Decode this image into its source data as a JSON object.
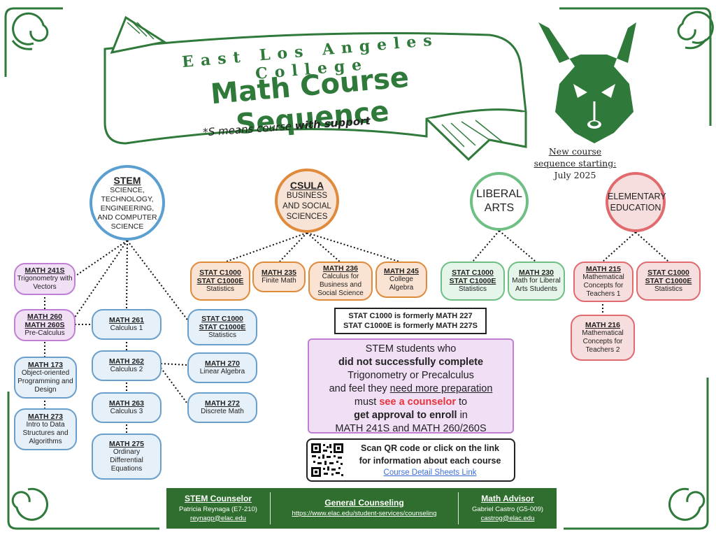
{
  "banner": {
    "college": "East Los Angeles College",
    "title": "Math Course Sequence",
    "support_prefix": "*S means course ",
    "support_bold": "with support"
  },
  "new_sequence": {
    "line1": "New course",
    "line2": "sequence starting:",
    "line3": "July 2025"
  },
  "tracks": {
    "stem": {
      "title": "STEM",
      "subtitle": "SCIENCE, TECHNOLOGY, ENGINEERING, AND COMPUTER SCIENCE"
    },
    "csula": {
      "title": "CSULA",
      "subtitle": "BUSINESS AND SOCIAL SCIENCES"
    },
    "liberal": {
      "title": "LIBERAL ARTS"
    },
    "elementary": {
      "title": "ELEMENTARY EDUCATION"
    }
  },
  "courses": {
    "m241s": {
      "code": "MATH 241S",
      "name": "Trigonometry with Vectors"
    },
    "m260": {
      "code1": "MATH 260",
      "code2": "MATH 260S",
      "name": "Pre-Calculus"
    },
    "m173": {
      "code": "MATH 173",
      "name": "Object-oriented Programming and Design"
    },
    "m273": {
      "code": "MATH 273",
      "name": "Intro to Data Structures and Algorithms"
    },
    "m261": {
      "code": "MATH 261",
      "name": "Calculus 1"
    },
    "m262": {
      "code": "MATH 262",
      "name": "Calculus 2"
    },
    "m263": {
      "code": "MATH 263",
      "name": "Calculus 3"
    },
    "m275": {
      "code": "MATH 275",
      "name": "Ordinary Differential Equations"
    },
    "stem_stat": {
      "code1": "STAT C1000",
      "code2": "STAT C1000E",
      "name": "Statistics"
    },
    "m270": {
      "code": "MATH 270",
      "name": "Linear Algebra"
    },
    "m272": {
      "code": "MATH 272",
      "name": "Discrete Math"
    },
    "csula_stat": {
      "code1": "STAT C1000",
      "code2": "STAT C1000E",
      "name": "Statistics"
    },
    "m235": {
      "code": "MATH 235",
      "name": "Finite Math"
    },
    "m236": {
      "code": "MATH 236",
      "name": "Calculus for Business and Social Science"
    },
    "m245": {
      "code": "MATH 245",
      "name": "College Algebra"
    },
    "lib_stat": {
      "code1": "STAT C1000",
      "code2": "STAT C1000E",
      "name": "Statistics"
    },
    "m230": {
      "code": "MATH 230",
      "name": "Math for Liberal Arts Students"
    },
    "m215": {
      "code": "MATH 215",
      "name": "Mathematical Concepts for Teachers 1"
    },
    "elem_stat": {
      "code1": "STAT C1000",
      "code2": "STAT C1000E",
      "name": "Statistics"
    },
    "m216": {
      "code": "MATH 216",
      "name": "Mathematical Concepts for Teachers 2"
    }
  },
  "formerly": {
    "line1": "STAT C1000 is formerly MATH 227",
    "line2": "STAT C1000E is formerly MATH 227S"
  },
  "stem_note": {
    "l1": "STEM students who",
    "l2": "did not successfully complete",
    "l3": "Trigonometry or Precalculus",
    "l4a": "and feel they ",
    "l4b": "need more preparation",
    "l5a": "must ",
    "l5b": "see a counselor",
    "l5c": " to",
    "l6a": "get approval to enroll",
    "l6b": " in",
    "l7": "MATH 241S and MATH 260/260S"
  },
  "qr": {
    "line1": "Scan QR code or click on the link",
    "line2": "for information about each course",
    "link": "Course Detail Sheets Link"
  },
  "footer": {
    "stem": {
      "heading": "STEM Counselor",
      "name": "Patricia Reynaga (E7-210)",
      "email": "reynagp@elac.edu"
    },
    "general": {
      "heading": "General Counseling",
      "url": "https://www.elac.edu/student-services/counseling"
    },
    "advisor": {
      "heading": "Math Advisor",
      "name": "Gabriel Castro (G5-009)",
      "email": "castrog@elac.edu"
    }
  },
  "colors": {
    "brand_green": "#2f7a3a",
    "stem_blue": "#5b9fd1",
    "csula_orange": "#e08a3c",
    "liberal_green": "#6ebf84",
    "elementary_red": "#e06a6e",
    "support_purple": "#c07fd3",
    "alert_red": "#e8333a",
    "footer_green": "#2f6e2e"
  },
  "icons": [
    "decorative-swirl-icon",
    "husky-mascot-icon",
    "qr-code-icon"
  ]
}
